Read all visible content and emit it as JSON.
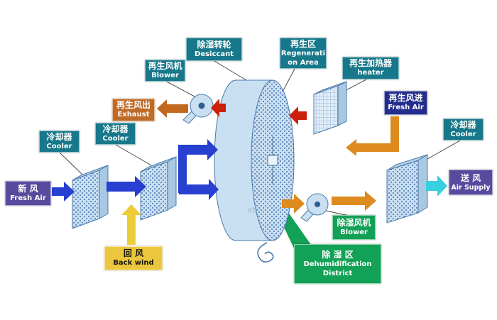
{
  "watermark": "xt",
  "colors": {
    "teal": "#16788a",
    "orange_label": "#bf6b28",
    "navy": "#232e8c",
    "purple": "#5a4a9e",
    "yellow_label": "#ecc73e",
    "green": "#12a156",
    "blue_arrow": "#2740cf",
    "yellow_arrow": "#eccd39",
    "red_arrow": "#cc200d",
    "orange_arrow": "#dd8a1e",
    "exhaust_arrow": "#c2691f",
    "cyan_arrow": "#38cfe0",
    "component_fill": "#c9dff2",
    "component_stroke": "#4a7aa8"
  },
  "labels": {
    "desiccant": {
      "line1": "除湿转轮",
      "line2": "Desiccant"
    },
    "regeneration_area": {
      "line1": "再生区",
      "line2": "Regenerati",
      "line3": "on Area"
    },
    "regen_blower": {
      "line1": "再生风机",
      "line2": "Blower"
    },
    "regen_heater": {
      "line1": "再生加热器",
      "line2": "heater"
    },
    "exhaust": {
      "line1": "再生风出",
      "line2": "Exhaust"
    },
    "regen_fresh_air": {
      "line1": "再生风进",
      "line2": "Fresh Air"
    },
    "cooler_left_1": {
      "line1": "冷却器",
      "line2": "Cooler"
    },
    "cooler_left_2": {
      "line1": "冷却器",
      "line2": "Cooler"
    },
    "cooler_right": {
      "line1": "冷却器",
      "line2": "Cooler"
    },
    "fresh_air": {
      "line1": "新 风",
      "line2": "Fresh Air"
    },
    "back_wind": {
      "line1": "回 风",
      "line2": "Back wind"
    },
    "dehumid_blower": {
      "line1": "除湿风机",
      "line2": "Blower"
    },
    "dehumid_district": {
      "line1": "除 湿 区",
      "line2": "Dehumidification",
      "line3": "District"
    },
    "air_supply": {
      "line1": "送 风",
      "line2": "Air Supply"
    }
  }
}
